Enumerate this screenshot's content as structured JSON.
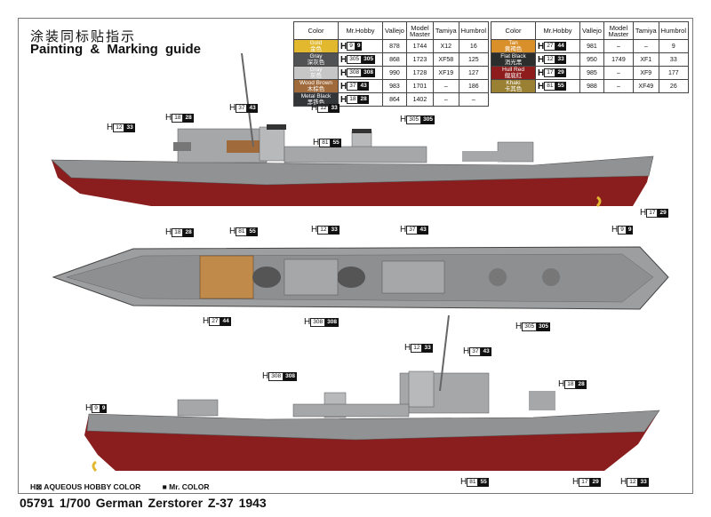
{
  "header": {
    "title_cn": "涂装同标贴指示",
    "title_en": "Painting & Marking guide"
  },
  "table_headers": [
    "Color",
    "Mr.Hobby",
    "Vallejo",
    "Model Master",
    "Tamiya",
    "Humbrol"
  ],
  "colors_left": [
    {
      "name": "Gold",
      "name_cn": "金色",
      "hex": "#e2b92e",
      "hobby": "9",
      "mr": "9",
      "vallejo": "878",
      "model_master": "1744",
      "tamiya": "X12",
      "humbrol": "16"
    },
    {
      "name": "Gray",
      "name_cn": "深灰色",
      "hex": "#505254",
      "hobby": "305",
      "mr": "305",
      "vallejo": "868",
      "model_master": "1723",
      "tamiya": "XF58",
      "humbrol": "125"
    },
    {
      "name": "Gray",
      "name_cn": "灰色",
      "hex": "#c6c6c6",
      "hobby": "308",
      "mr": "308",
      "vallejo": "990",
      "model_master": "1728",
      "tamiya": "XF19",
      "humbrol": "127"
    },
    {
      "name": "Wood Brown",
      "name_cn": "木棕色",
      "hex": "#a06a3a",
      "hobby": "37",
      "mr": "43",
      "vallejo": "983",
      "model_master": "1701",
      "tamiya": "–",
      "humbrol": "186"
    },
    {
      "name": "Metal Black",
      "name_cn": "黑铁色",
      "hex": "#333638",
      "hobby": "18",
      "mr": "28",
      "vallejo": "864",
      "model_master": "1402",
      "tamiya": "–",
      "humbrol": "–"
    }
  ],
  "colors_right": [
    {
      "name": "Tan",
      "name_cn": "黄褐色",
      "hex": "#d9902a",
      "hobby": "27",
      "mr": "44",
      "vallejo": "981",
      "model_master": "–",
      "tamiya": "–",
      "humbrol": "9"
    },
    {
      "name": "Flat Black",
      "name_cn": "消光黑",
      "hex": "#2c2e2e",
      "hobby": "12",
      "mr": "33",
      "vallejo": "950",
      "model_master": "1749",
      "tamiya": "XF1",
      "humbrol": "33"
    },
    {
      "name": "Hull Red",
      "name_cn": "舰底红",
      "hex": "#8e1c1c",
      "hobby": "17",
      "mr": "29",
      "vallejo": "985",
      "model_master": "–",
      "tamiya": "XF9",
      "humbrol": "177"
    },
    {
      "name": "Khaki",
      "name_cn": "卡其色",
      "hex": "#9a8032",
      "hobby": "81",
      "mr": "55",
      "vallejo": "988",
      "model_master": "–",
      "tamiya": "XF49",
      "humbrol": "26"
    }
  ],
  "callouts": [
    {
      "h": "H",
      "hobby": "12",
      "mr": "33"
    },
    {
      "h": "H",
      "hobby": "37",
      "mr": "43"
    },
    {
      "h": "H",
      "hobby": "18",
      "mr": "28"
    },
    {
      "h": "H",
      "hobby": "12",
      "mr": "33"
    },
    {
      "h": "H",
      "hobby": "81",
      "mr": "55"
    },
    {
      "h": "H",
      "hobby": "305",
      "mr": "305"
    },
    {
      "h": "H",
      "hobby": "17",
      "mr": "29"
    },
    {
      "h": "H",
      "hobby": "9",
      "mr": "9"
    },
    {
      "h": "H",
      "hobby": "18",
      "mr": "28"
    },
    {
      "h": "H",
      "hobby": "81",
      "mr": "55"
    },
    {
      "h": "H",
      "hobby": "12",
      "mr": "33"
    },
    {
      "h": "H",
      "hobby": "37",
      "mr": "43"
    },
    {
      "h": "H",
      "hobby": "27",
      "mr": "44"
    },
    {
      "h": "H",
      "hobby": "308",
      "mr": "308"
    },
    {
      "h": "H",
      "hobby": "305",
      "mr": "305"
    },
    {
      "h": "H",
      "hobby": "12",
      "mr": "33"
    },
    {
      "h": "H",
      "hobby": "37",
      "mr": "43"
    },
    {
      "h": "H",
      "hobby": "308",
      "mr": "308"
    },
    {
      "h": "H",
      "hobby": "9",
      "mr": "9"
    },
    {
      "h": "H",
      "hobby": "18",
      "mr": "28"
    },
    {
      "h": "H",
      "hobby": "81",
      "mr": "55"
    },
    {
      "h": "H",
      "hobby": "17",
      "mr": "29"
    },
    {
      "h": "H",
      "hobby": "12",
      "mr": "33"
    }
  ],
  "legend": {
    "aqueous": "H⊠ AQUEOUS HOBBY COLOR",
    "mr": "■ Mr. COLOR"
  },
  "footer": "05791 1/700  German Zerstorer Z-37 1943"
}
